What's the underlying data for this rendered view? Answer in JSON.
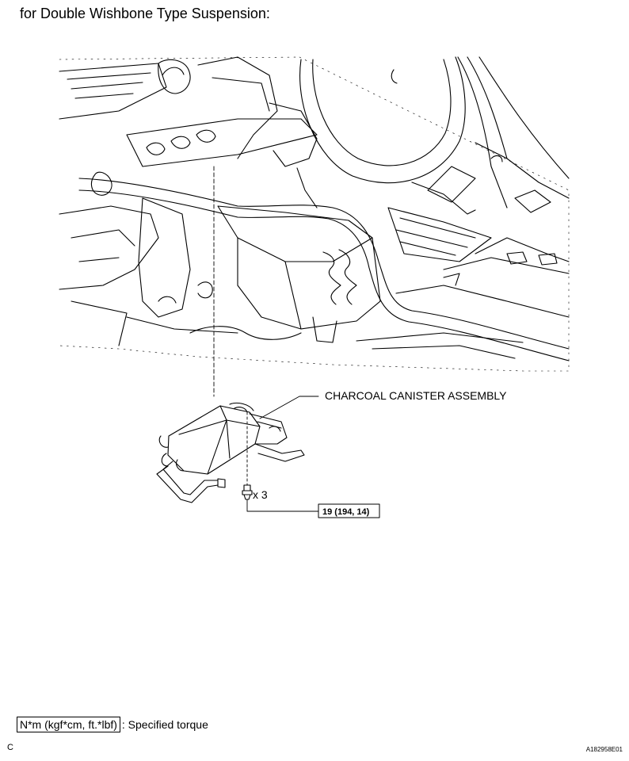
{
  "heading": "for Double Wishbone Type Suspension:",
  "callouts": {
    "part_name": "CHARCOAL CANISTER ASSEMBLY",
    "bolt_quantity": "x 3",
    "torque_value": "19 (194, 14)"
  },
  "legend": {
    "units": "N*m (kgf*cm, ft.*lbf)",
    "description": ": Specified torque"
  },
  "footer": {
    "page_letter": "C",
    "figure_id": "A182958E01"
  }
}
